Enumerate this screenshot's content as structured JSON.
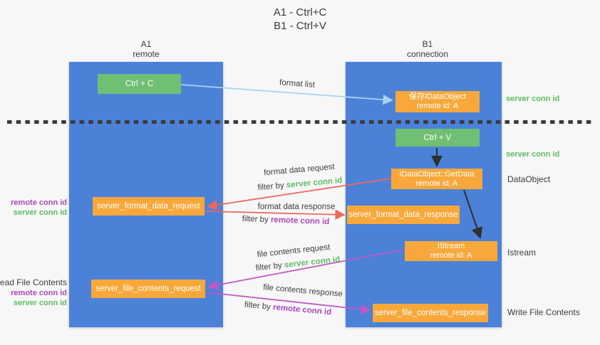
{
  "title": {
    "line1": "A1 - Ctrl+C",
    "line2": "B1 - Ctrl+V"
  },
  "columns": {
    "a1": {
      "name": "A1",
      "subtitle": "remote"
    },
    "b1": {
      "name": "B1",
      "subtitle": "connection"
    }
  },
  "nodes": {
    "ctrl_c": {
      "label": "Ctrl + C"
    },
    "ctrl_v": {
      "label": "Ctrl + V"
    },
    "save_dataobject": {
      "line1": "保存IDataObject",
      "line2": "remote id: A"
    },
    "getdata": {
      "line1": "IDataObject::GetData",
      "line2": "remote id: A"
    },
    "istream": {
      "line1": "IStream",
      "line2": "remote id: A"
    },
    "server_format_data_request": {
      "label": "server_format_data_request"
    },
    "server_format_data_response": {
      "label": "server_format_data_response"
    },
    "server_file_contents_request": {
      "label": "server_file_contents_request"
    },
    "server_file_contents_response": {
      "label": "server_file_contents_response"
    }
  },
  "flow_labels": {
    "format_list": "format list",
    "format_data_request": "format data request",
    "format_data_response": "format data response",
    "file_contents_request": "file contents request",
    "file_contents_response": "file contents response",
    "filter_by": "filter by",
    "server_conn_id": "server conn id",
    "remote_conn_id": "remote conn id"
  },
  "side_labels": {
    "server_conn_id_top": "server conn id",
    "server_conn_id_mid": "server conn id",
    "dataobject": "DataObject",
    "istream": "Istream",
    "write_file_contents": "Write File Contents",
    "read_file_contents": "Read File Contents",
    "remote_conn_id": "remote conn id",
    "server_conn_id": "server conn id"
  },
  "colors": {
    "lane_blue": "#4c81d8",
    "box_green": "#70bf73",
    "box_orange": "#f8a83a",
    "arrow_light_blue": "#a8d3f2",
    "arrow_red": "#ec685e",
    "arrow_purple": "#c159c5",
    "arrow_black": "#2f2f2f",
    "text_green": "#5dbb62",
    "text_purple": "#ab47bc",
    "text_dark": "#3d3d3d",
    "background": "#f7f7f7"
  }
}
